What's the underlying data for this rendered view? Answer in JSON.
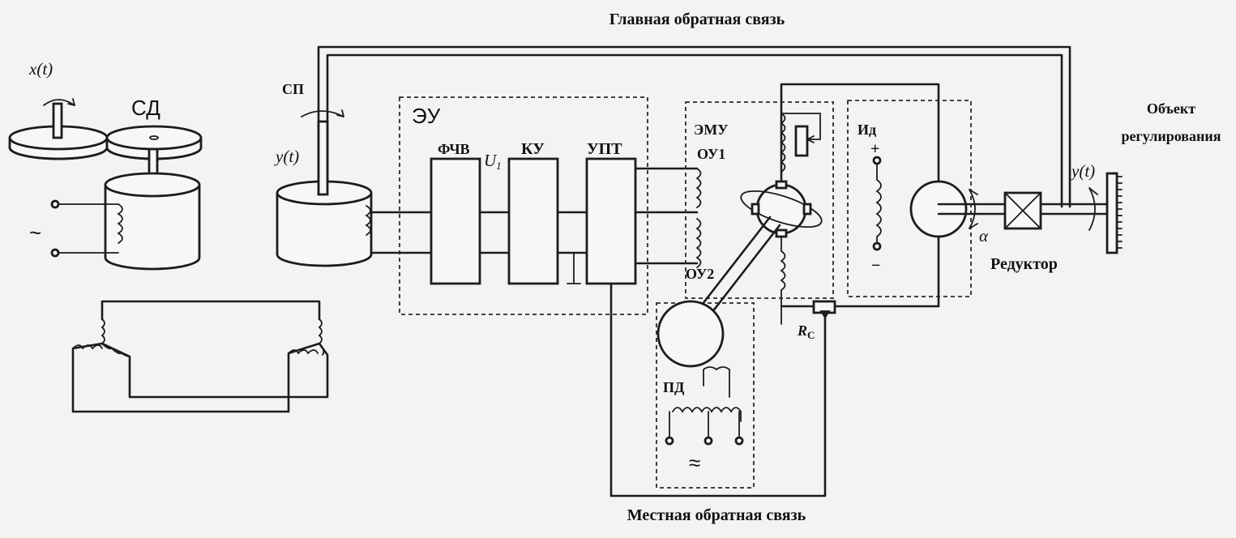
{
  "labels": {
    "main_feedback": "Главная обратная связь",
    "local_feedback": "Местная обратная связь",
    "x_t": "x(t)",
    "sd": "СД",
    "tilde": "~",
    "sp": "СП",
    "y_t_left": "y(t)",
    "y_t_right": "y(t)",
    "eu": "ЭУ",
    "fchv": "ФЧВ",
    "u1_main": "U",
    "u1_sub": "1",
    "ku": "КУ",
    "upt": "УПТ",
    "emu": "ЭМУ",
    "ou1": "ОУ1",
    "ou2": "ОУ2",
    "id": "Ид",
    "plus": "+",
    "minus": "−",
    "object_line1": "Объект",
    "object_line2": "регулирования",
    "reductor": "Редуктор",
    "alpha": "α",
    "rc_main": "R",
    "rc_sub": "С",
    "pd": "ПД",
    "double_tilde": "≈"
  }
}
